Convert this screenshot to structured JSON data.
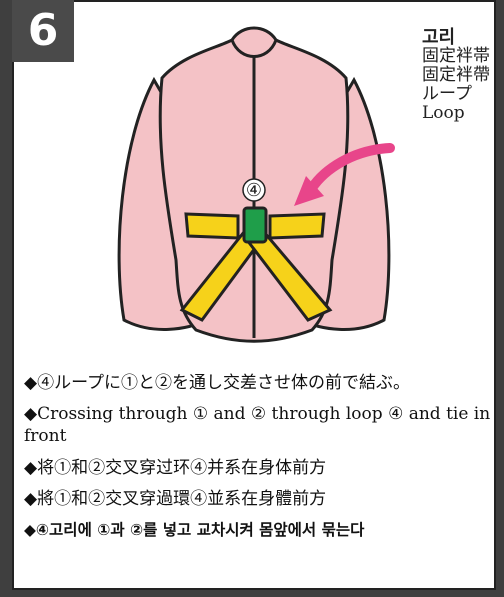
{
  "step_number": "6",
  "label": {
    "korean": "고리",
    "japanese_jp": "固定袢帯",
    "chinese": "固定袢帶",
    "japanese_kana": "ループ",
    "english": "Loop"
  },
  "marker": "④",
  "instructions": [
    "◆④ループに①と②を通し交差させ体の前で結ぶ。",
    "◆Crossing through ① and ② through loop ④ and tie in front",
    "◆将①和②交叉穿过环④并系在身体前方",
    "◆將①和②交叉穿過環④並系在身體前方",
    "◆④고리에 ①과 ②를 넣고 교차시켜 몸앞에서 묶는다"
  ],
  "colors": {
    "garment": "#f4c2c6",
    "sash": "#f6d21a",
    "loop": "#1f9e4a",
    "arrow": "#e8458a",
    "step_bg": "#4a4a4a"
  }
}
